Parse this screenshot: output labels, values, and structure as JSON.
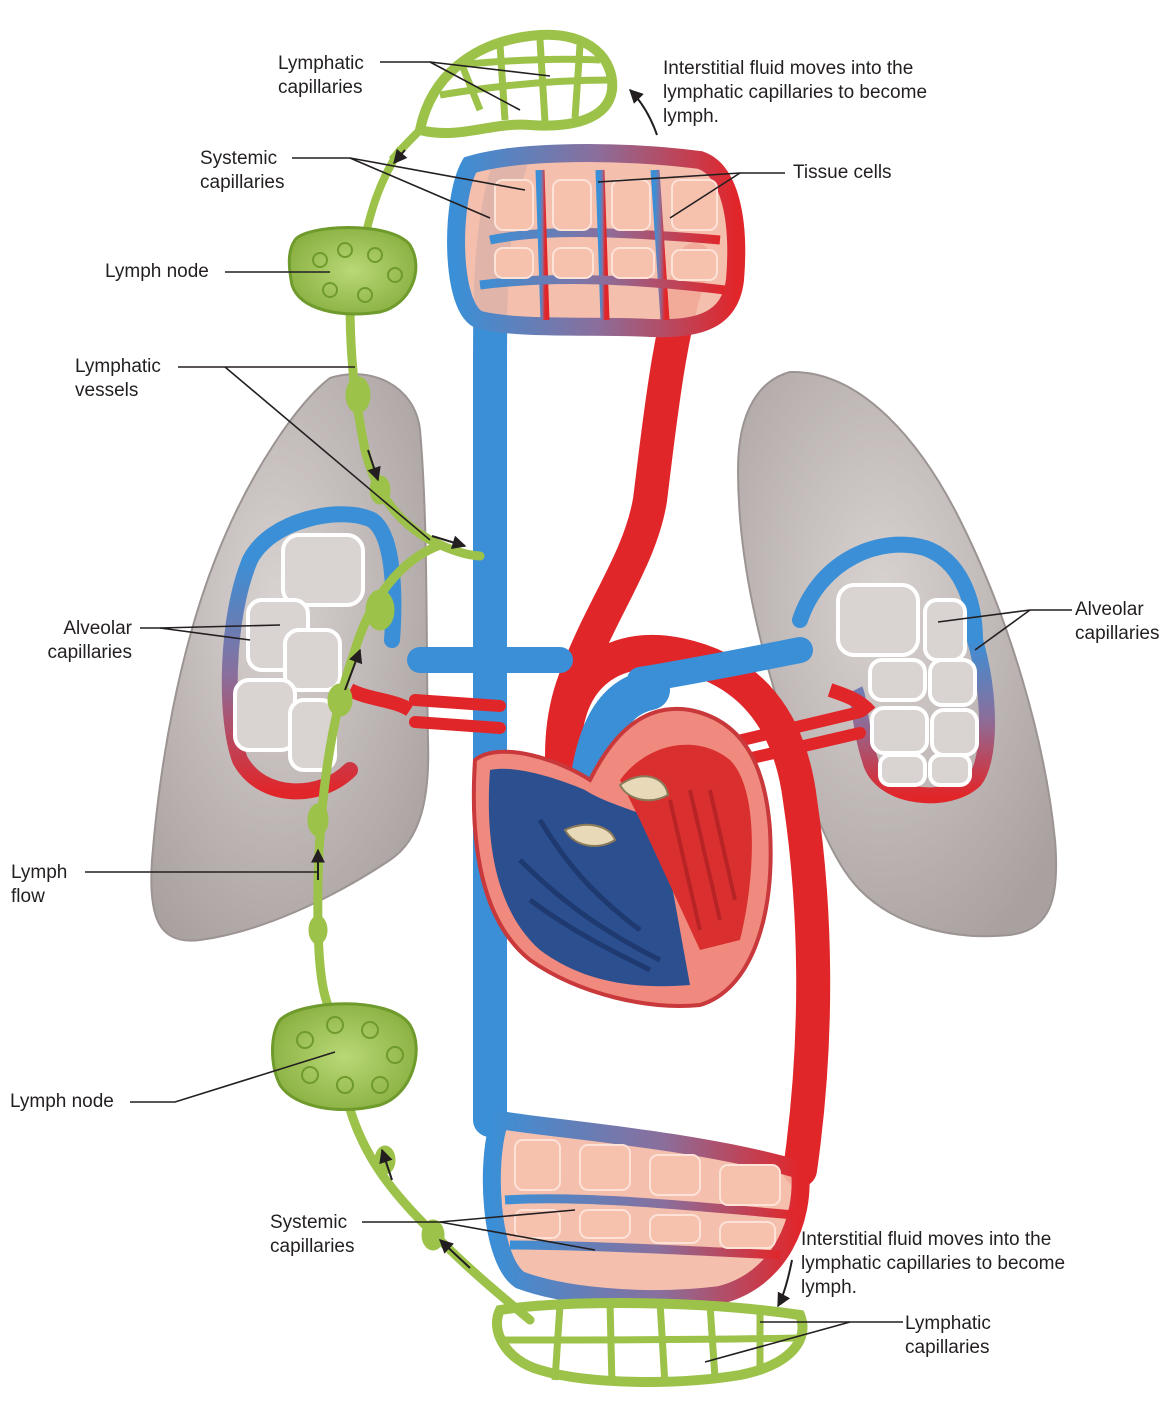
{
  "labels": {
    "lymphatic_capillaries_top": "Lymphatic\ncapillaries",
    "interstitial_top": "Interstitial fluid moves into the\nlymphatic capillaries to become\nlymph.",
    "systemic_capillaries_top": "Systemic\ncapillaries",
    "tissue_cells": "Tissue cells",
    "lymph_node_top": "Lymph node",
    "lymphatic_vessels": "Lymphatic\nvessels",
    "alveolar_capillaries_left": "Alveolar\ncapillaries",
    "alveolar_capillaries_right": "Alveolar\ncapillaries",
    "lymph_flow": "Lymph\nflow",
    "lymph_node_bottom": "Lymph node",
    "systemic_capillaries_bottom": "Systemic\ncapillaries",
    "interstitial_bottom": "Interstitial fluid moves into the\nlymphatic capillaries to become\nlymph.",
    "lymphatic_capillaries_bottom": "Lymphatic\ncapillaries"
  },
  "colors": {
    "lymph": "#9cc24a",
    "lymph_dark": "#6f9a2c",
    "vein": "#3b8fd6",
    "artery": "#e1262a",
    "lung": "#bdb5b3",
    "tissue": "#f6b8a4",
    "heart_blue": "#2c4f8f",
    "heart_red": "#e8534f"
  }
}
